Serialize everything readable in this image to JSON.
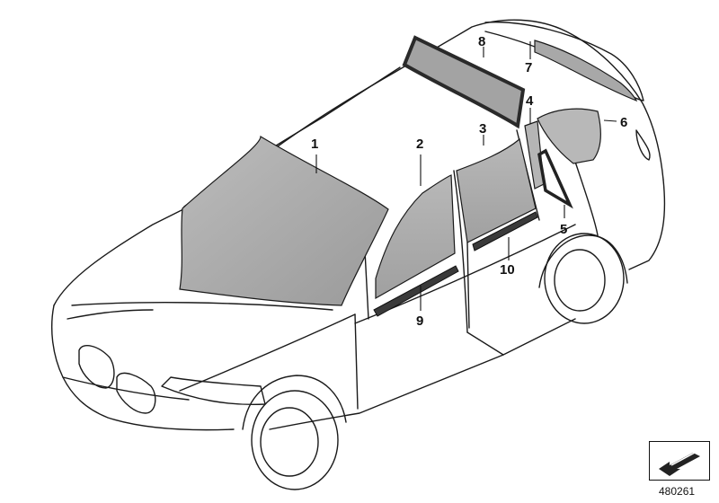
{
  "diagram": {
    "part_callouts": [
      "1",
      "2",
      "3",
      "4",
      "5",
      "6",
      "7",
      "8",
      "9",
      "10"
    ],
    "diagram_id": "480261"
  },
  "icons": {
    "nav": "arrow-down-left-icon"
  }
}
